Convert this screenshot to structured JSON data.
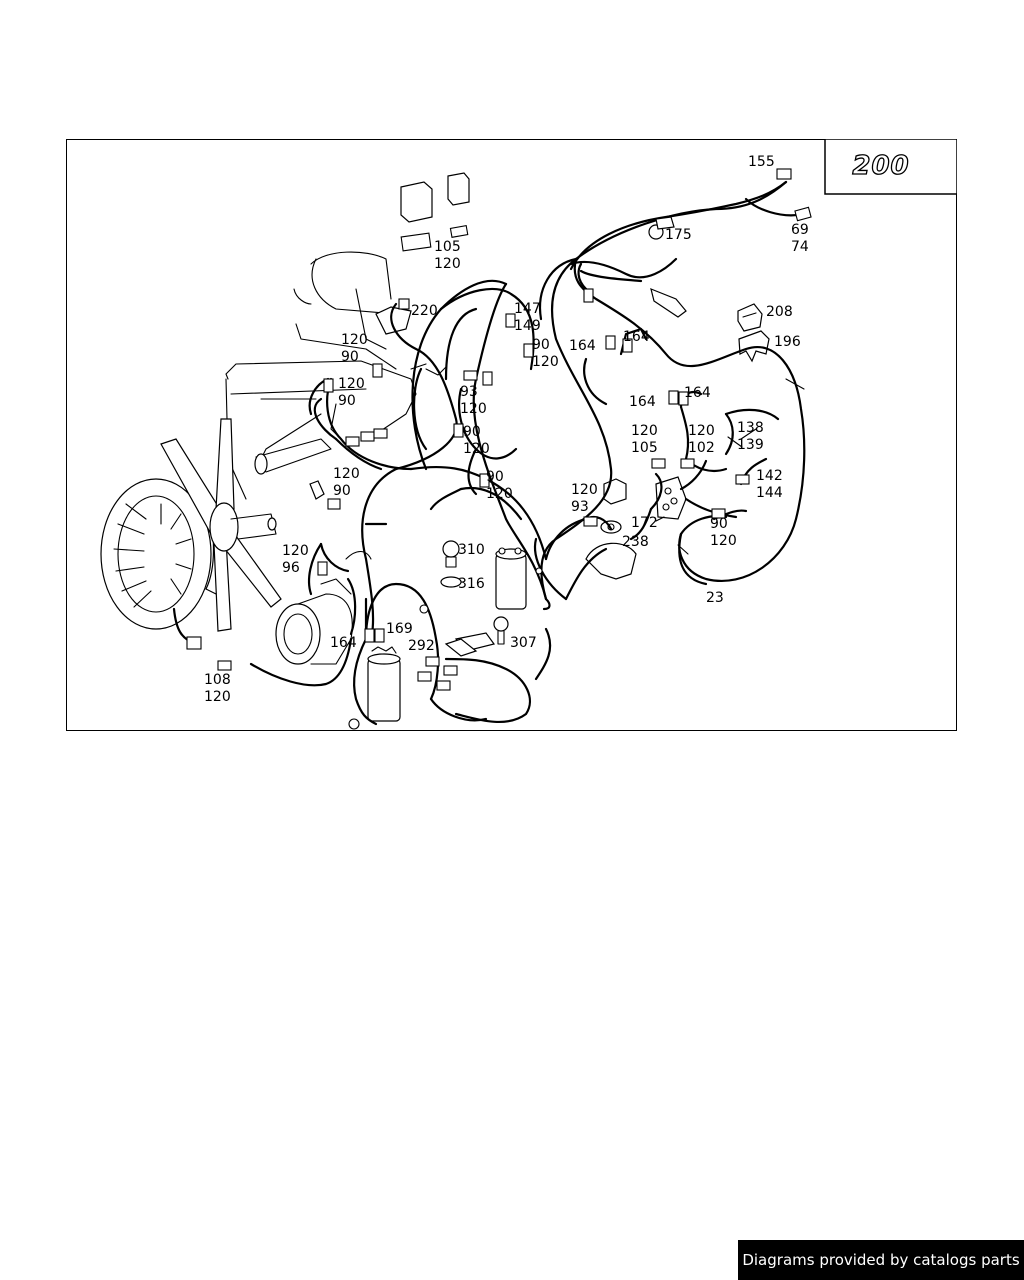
{
  "model_badge": "200",
  "labels": [
    {
      "id": "155",
      "text": "155"
    },
    {
      "id": "175",
      "text": "175"
    },
    {
      "id": "69",
      "text": "69"
    },
    {
      "id": "74",
      "text": "74"
    },
    {
      "id": "105a",
      "text": "105"
    },
    {
      "id": "120a",
      "text": "120"
    },
    {
      "id": "220",
      "text": "220"
    },
    {
      "id": "147",
      "text": "147"
    },
    {
      "id": "149",
      "text": "149"
    },
    {
      "id": "90a",
      "text": "90"
    },
    {
      "id": "120b",
      "text": "120"
    },
    {
      "id": "208",
      "text": "208"
    },
    {
      "id": "196",
      "text": "196"
    },
    {
      "id": "164a",
      "text": "164"
    },
    {
      "id": "164b",
      "text": "164"
    },
    {
      "id": "120c",
      "text": "120"
    },
    {
      "id": "90b",
      "text": "90"
    },
    {
      "id": "120d",
      "text": "120"
    },
    {
      "id": "90c",
      "text": "90"
    },
    {
      "id": "93a",
      "text": "93"
    },
    {
      "id": "120e",
      "text": "120"
    },
    {
      "id": "90d",
      "text": "90"
    },
    {
      "id": "120f",
      "text": "120"
    },
    {
      "id": "164c",
      "text": "164"
    },
    {
      "id": "164d",
      "text": "164"
    },
    {
      "id": "120g",
      "text": "120"
    },
    {
      "id": "105b",
      "text": "105"
    },
    {
      "id": "120h",
      "text": "120"
    },
    {
      "id": "102",
      "text": "102"
    },
    {
      "id": "138",
      "text": "138"
    },
    {
      "id": "139",
      "text": "139"
    },
    {
      "id": "120i",
      "text": "120"
    },
    {
      "id": "90e",
      "text": "90"
    },
    {
      "id": "90f",
      "text": "90"
    },
    {
      "id": "120j",
      "text": "120"
    },
    {
      "id": "142",
      "text": "142"
    },
    {
      "id": "144",
      "text": "144"
    },
    {
      "id": "120k",
      "text": "120"
    },
    {
      "id": "93b",
      "text": "93"
    },
    {
      "id": "172",
      "text": "172"
    },
    {
      "id": "238",
      "text": "238"
    },
    {
      "id": "90g",
      "text": "90"
    },
    {
      "id": "120l",
      "text": "120"
    },
    {
      "id": "120m",
      "text": "120"
    },
    {
      "id": "96",
      "text": "96"
    },
    {
      "id": "310",
      "text": "310"
    },
    {
      "id": "316",
      "text": "316"
    },
    {
      "id": "23",
      "text": "23"
    },
    {
      "id": "169",
      "text": "169"
    },
    {
      "id": "164e",
      "text": "164"
    },
    {
      "id": "292",
      "text": "292"
    },
    {
      "id": "307",
      "text": "307"
    },
    {
      "id": "108",
      "text": "108"
    },
    {
      "id": "120n",
      "text": "120"
    }
  ],
  "credit": "Diagrams provided by catalogs parts"
}
